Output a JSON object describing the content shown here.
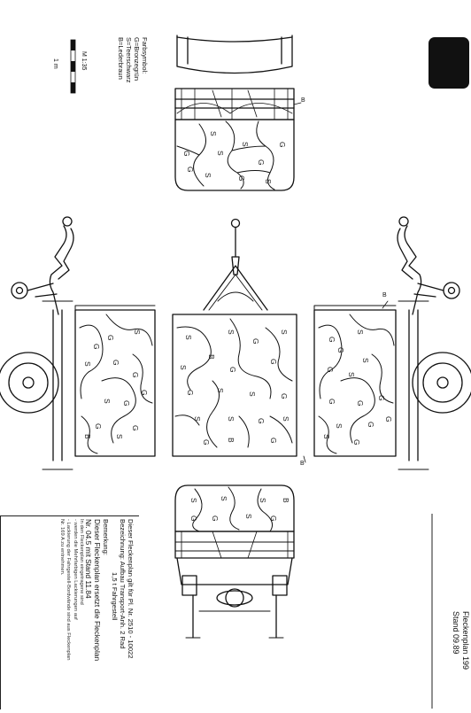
{
  "legend": {
    "heading": "Farbsymbol:",
    "items": [
      "G=Bronzegrün",
      "S=Teerschwarz",
      "B=Lederbraun"
    ]
  },
  "scale": {
    "label": "M 1:35",
    "unit": "1 m"
  },
  "patch_letters": {
    "green": "G",
    "black": "S",
    "brown": "B"
  },
  "info": {
    "line1": "Dieser Fleckenplan gilt für Pl. Nr. 2510 - 10022",
    "line2": "Bezeichnung: Aufbau Transport-Anh. 2 Rad",
    "line3": "1,5 t Fahrgestell",
    "line4": "Bemerkung:",
    "line5": "Dieser Fleckenplan ersetzt die Fleckenplan",
    "line6": "Nr. 04.5 mit Stand 11.84",
    "note1": "In den Fleckenplan eingetragene sind",
    "note2": "- werden die Mehrfarbigen Lackierungen auf",
    "note3": "- Lackierung der Fahrgestell-Bordwände sind aus Fleckenplan",
    "note4": "Nr. 169 A zu entnehmen."
  },
  "title_block": {
    "title": "Fleckenplan 199",
    "stand": "Stand 09.89"
  }
}
